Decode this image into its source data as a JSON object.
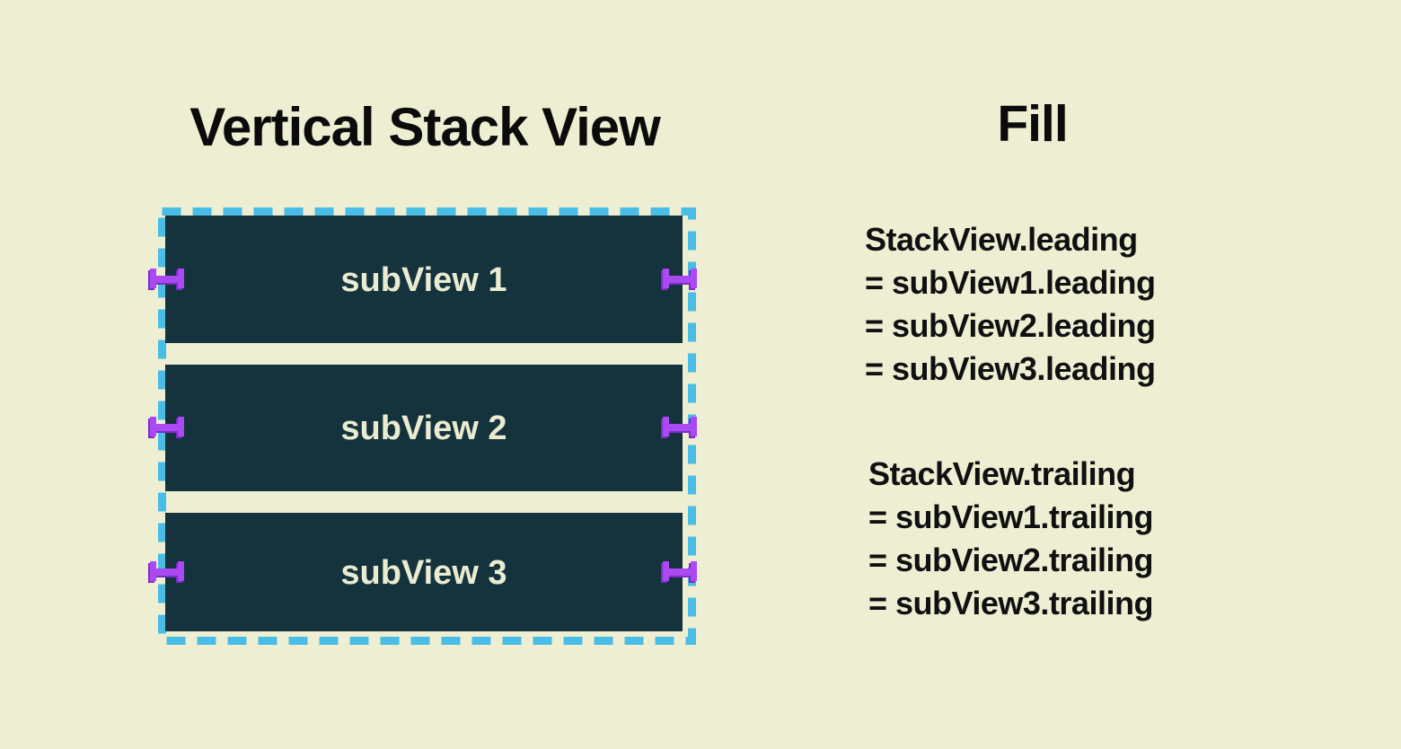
{
  "left_panel": {
    "title": "Vertical Stack View",
    "stack": {
      "subviews": [
        {
          "label": "subView 1"
        },
        {
          "label": "subView 2"
        },
        {
          "label": "subView 3"
        }
      ]
    }
  },
  "right_panel": {
    "title": "Fill",
    "leading_constraints": [
      "StackView.leading",
      "= subView1.leading",
      "= subView2.leading",
      "= subView3.leading"
    ],
    "trailing_constraints": [
      "StackView.trailing",
      "= subView1.trailing",
      "= subView2.trailing",
      "= subView3.trailing"
    ]
  },
  "icons": {
    "constraint_marker": "horizontal-pin-constraint-icon"
  },
  "colors": {
    "background": "#EDEED2",
    "title_text": "#0B0B0B",
    "body_text": "#101010",
    "subview_bg": "#15333D",
    "subview_text": "#EAECD2",
    "stack_border": "#4ABDE6",
    "marker": "#AB49F5",
    "marker_shadow": "#7C2DC8"
  }
}
